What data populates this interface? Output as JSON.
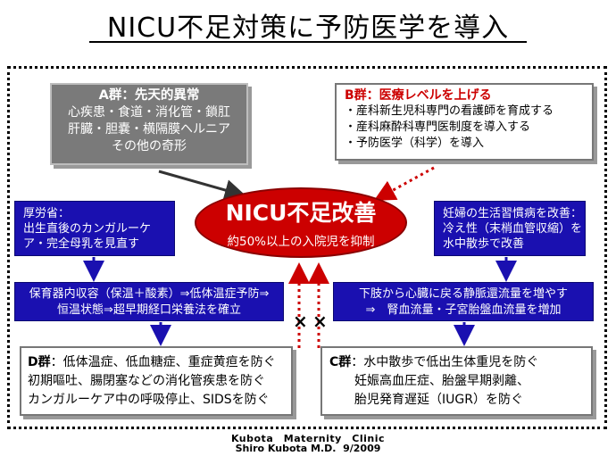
{
  "title": "NICU不足対策に予防医学を導入",
  "group_a": {
    "heading": "A群：先天的異常",
    "lines": [
      "心疾患・食道・消化管・鎖肛",
      "肝臓・胆嚢・横隔膜ヘルニア",
      "その他の奇形"
    ]
  },
  "group_b": {
    "heading": "B群：医療レベルを上げる",
    "items": [
      "・産科新生児科専門の看護師を育成する",
      "・産科麻酔科専門医制度を導入する",
      "・予防医学（科学）を導入"
    ]
  },
  "center": {
    "main": "NICU不足改善",
    "sub": "約50%以上の入院児を抑制"
  },
  "kouroushou": {
    "lines": [
      "厚労省：",
      "出生直後のカンガルーケ",
      "ア・完全母乳を見直す"
    ]
  },
  "ninpu": {
    "lines": [
      "妊婦の生活習慣病を改善：",
      "冷え性（末梢血管収縮）を",
      "水中散歩で改善"
    ]
  },
  "hoiku": {
    "lines": [
      "保育器内収容（保温＋酸素）⇒低体温症予防⇒",
      "恒温状態⇒超早期経口栄養法を確立"
    ]
  },
  "kashi": {
    "lines": [
      "下肢から心臓に戻る静脈還流量を増やす",
      "⇒　腎血流量・子宮胎盤血流量を増加"
    ]
  },
  "group_d": {
    "label": "D群",
    "line1_rest": "：低体温症、低血糖症、重症黄疸を防ぐ",
    "line2": "初期嘔吐、腸閉塞などの消化管疾患を防ぐ",
    "line3": "カンガルーケア中の呼吸停止、SIDSを防ぐ"
  },
  "group_c": {
    "label": "C群",
    "line1_rest": "：水中散歩で低出生体重児を防ぐ",
    "line2": "　　妊娠高血圧症、胎盤早期剥離、",
    "line3": "　　胎児発育遅延（IUGR）を防ぐ"
  },
  "x_marks": [
    "×",
    "×"
  ],
  "footer": {
    "clinic": "Kubota　Maternity　Clinic",
    "author": "Shiro Kubota M.D.  9/2009"
  },
  "colors": {
    "blue_box": "#1a10b0",
    "red_ellipse": "#cc0000",
    "gray_box": "#7a7a7a",
    "red_heading": "#cc0000"
  }
}
